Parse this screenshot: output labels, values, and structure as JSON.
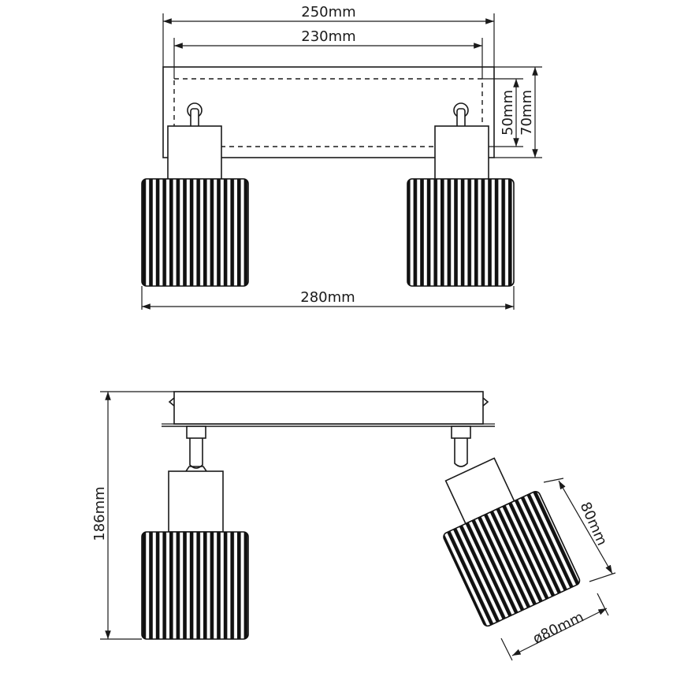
{
  "top_view": {
    "dim_overall_plate": "250mm",
    "dim_inner_plate": "230mm",
    "dim_plate_inner_height": "50mm",
    "dim_plate_height": "70mm",
    "dim_overall_width": "280mm"
  },
  "side_view": {
    "dim_overall_height": "186mm",
    "dim_shade_length": "80mm",
    "dim_shade_diameter": "ø80mm"
  }
}
